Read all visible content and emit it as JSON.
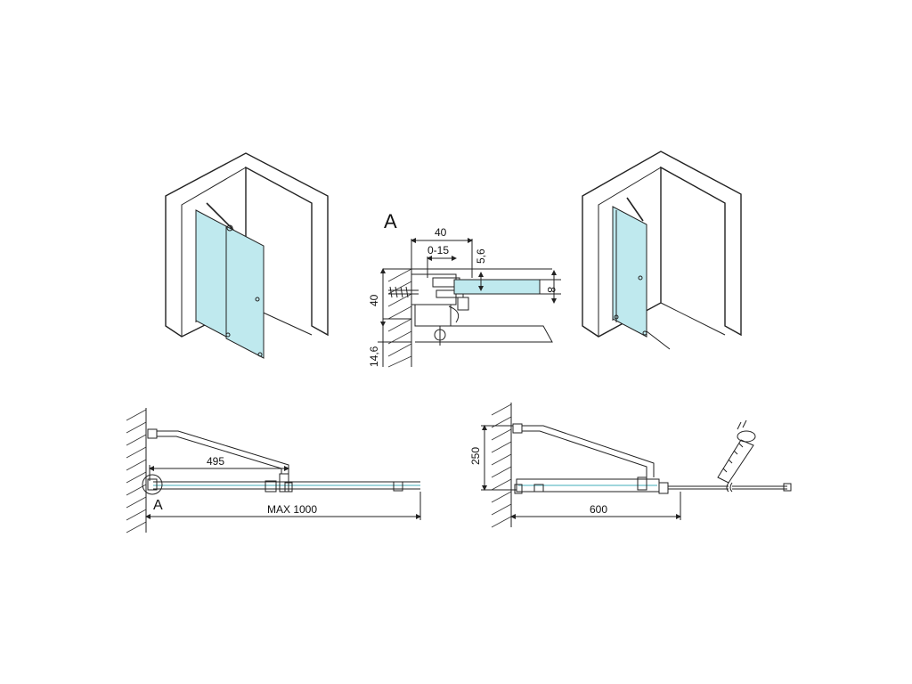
{
  "detail": {
    "label": "A",
    "dims": {
      "width_40": "40",
      "adjust": "0-15",
      "gap": "5,6",
      "glass": "8",
      "height_40": "40",
      "base": "14,6"
    }
  },
  "plan_left": {
    "arm_length": "495",
    "max_width": "MAX 1000",
    "detail_label": "A"
  },
  "plan_right": {
    "arm_offset": "250",
    "width": "600"
  },
  "colors": {
    "glass": "#bfe9ee",
    "line": "#222222"
  }
}
